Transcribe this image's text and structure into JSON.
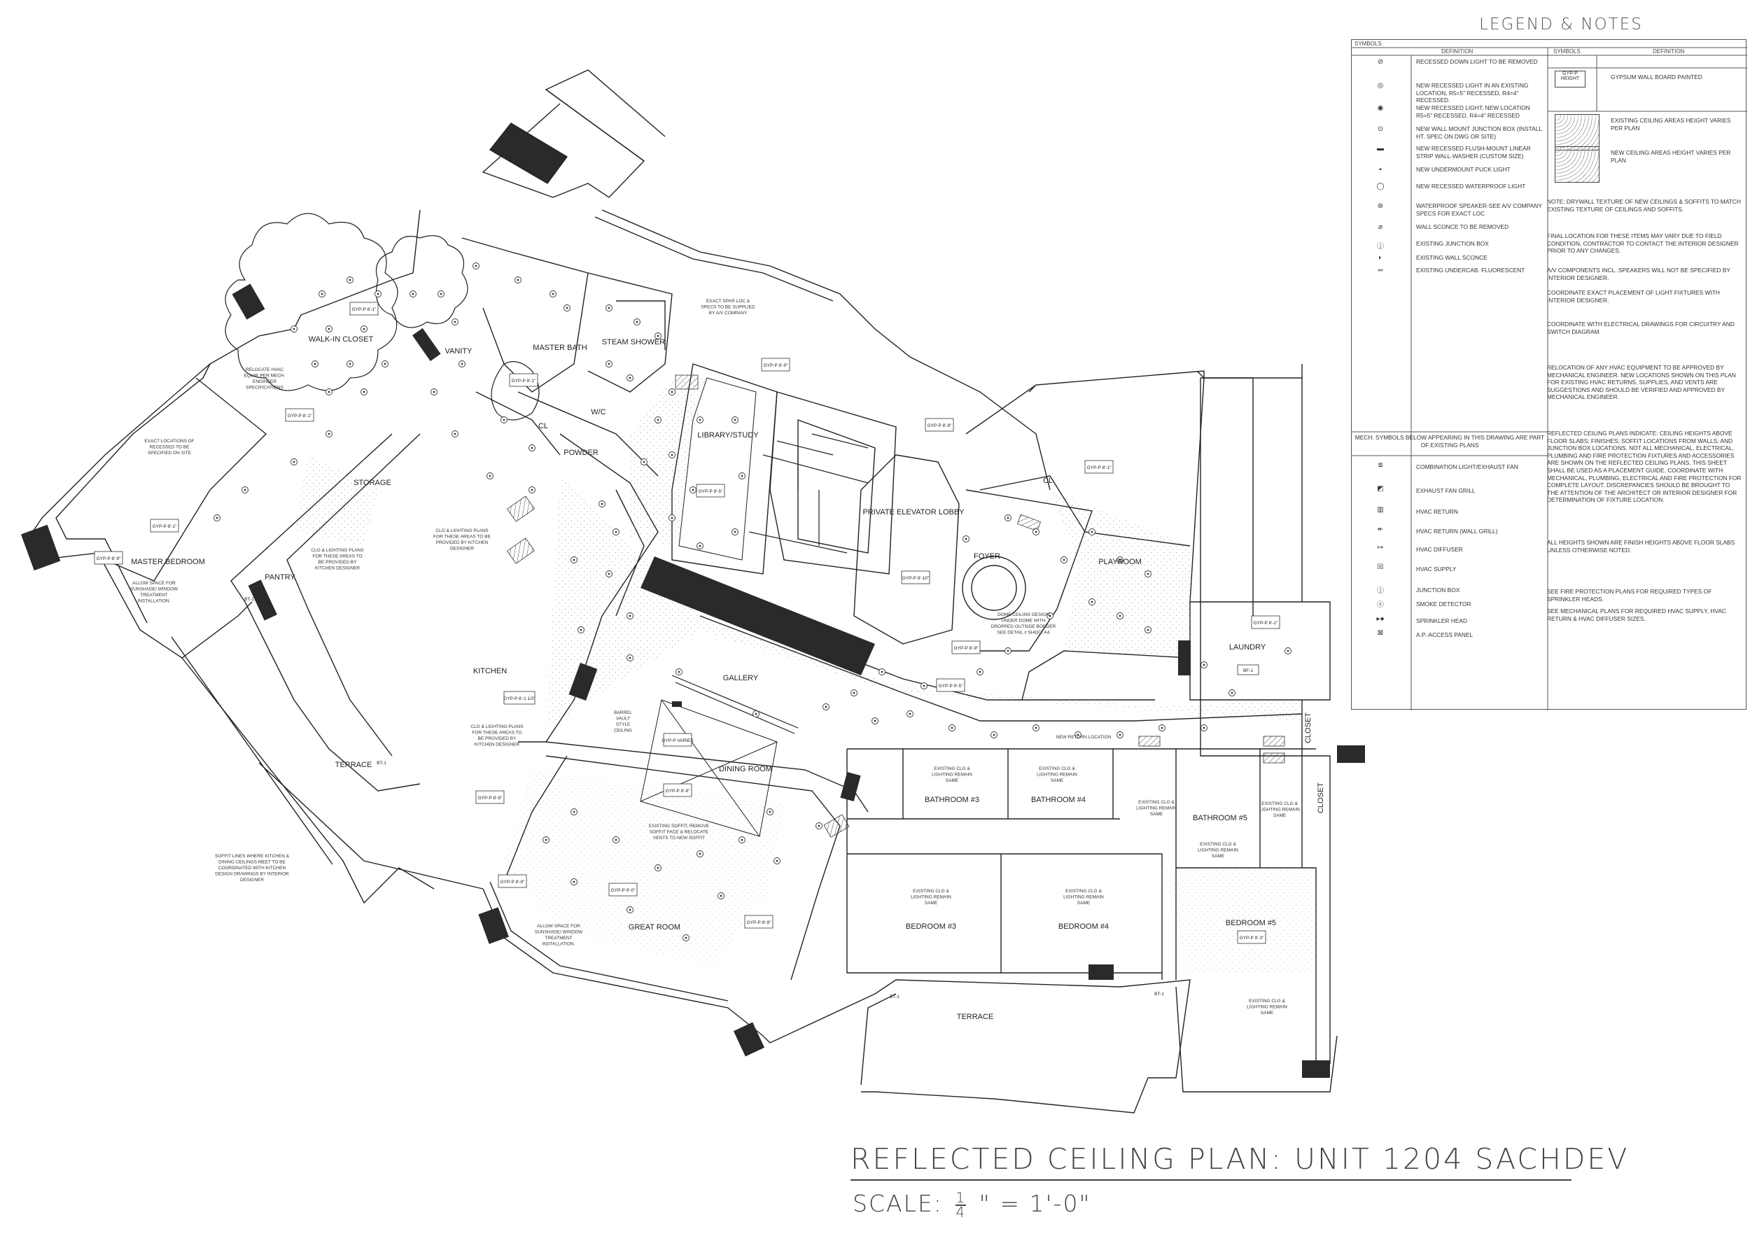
{
  "legend": {
    "title": "LEGEND & NOTES",
    "header_symbols": "SYMBOLS",
    "col_symbols": "SYMBOLS",
    "col_definition": "DEFINITION",
    "left_items": [
      {
        "icon": "recessed-down-light-remove-icon",
        "text": "RECESSED DOWN LIGHT TO BE REMOVED"
      },
      {
        "icon": "existing-recessed-light-icon",
        "text": "NEW RECESSED LIGHT IN AN EXISTING LOCATION, R5=5\" RECESSED, R4=4\" RECESSED."
      },
      {
        "icon": "new-recessed-light-icon",
        "text": "NEW RECESSED LIGHT, NEW LOCATION R5=5\" RECESSED, R4=4\" RECESSED"
      },
      {
        "icon": "wall-junction-box-icon",
        "text": "NEW WALL MOUNT JUNCTION BOX (INSTALL HT. SPEC ON DWG OR SITE)"
      },
      {
        "icon": "linear-strip-icon",
        "text": "NEW RECESSED FLUSH-MOUNT LINEAR STRIP WALL-WASHER (CUSTOM SIZE)"
      },
      {
        "icon": "puck-light-icon",
        "text": "NEW UNDERMOUNT PUCK LIGHT"
      },
      {
        "icon": "waterproof-light-icon",
        "text": "NEW RECESSED WATERPROOF LIGHT"
      },
      {
        "icon": "speaker-icon",
        "text": "WATERPROOF SPEAKER-SEE A/V COMPANY SPECS FOR EXACT LOC"
      },
      {
        "icon": "wall-sconce-remove-icon",
        "text": "WALL SCONCE TO BE REMOVED"
      },
      {
        "icon": "existing-junction-box-icon",
        "text": "EXISTING JUNCTION BOX"
      },
      {
        "icon": "existing-wall-sconce-icon",
        "text": "EXISTING WALL SCONCE"
      },
      {
        "icon": "undercab-fluorescent-icon",
        "text": "EXISTING UNDERCAB. FLUORESCENT"
      }
    ],
    "right_items": [
      {
        "icon": "gypsum-tag-icon",
        "tag": "GYP-P HEIGHT",
        "text": "GYPSUM WALL BOARD PAINTED"
      },
      {
        "icon": "existing-ceiling-hatch-icon",
        "text": "EXISTING CEILING AREAS HEIGHT VARIES PER PLAN"
      },
      {
        "icon": "new-ceiling-hatch-icon",
        "text": "NEW CEILING AREAS HEIGHT VARIES PER PLAN"
      }
    ],
    "mech_header": "MECH. SYMBOLS BELOW APPEARING IN THIS DRAWING ARE PART OF EXISTING PLANS",
    "mech_items": [
      {
        "icon": "combination-light-fan-icon",
        "text": "COMBINATION LIGHT/EXHAUST FAN"
      },
      {
        "icon": "exhaust-fan-grill-icon",
        "text": "EXHAUST FAN GRILL"
      },
      {
        "icon": "hvac-return-icon",
        "text": "HVAC RETURN"
      },
      {
        "icon": "hvac-return-wall-icon",
        "text": "HVAC RETURN (WALL GRILL)"
      },
      {
        "icon": "hvac-diffuser-icon",
        "text": "HVAC DIFFUSER"
      },
      {
        "icon": "hvac-supply-icon",
        "text": "HVAC SUPPLY"
      },
      {
        "icon": "junction-box-icon",
        "text": "JUNCTION BOX"
      },
      {
        "icon": "smoke-detector-icon",
        "text": "SMOKE DETECTOR"
      },
      {
        "icon": "sprinkler-head-icon",
        "text": "SPRINKLER HEAD"
      },
      {
        "icon": "access-panel-icon",
        "text": "A.P.-ACCESS PANEL"
      }
    ],
    "notes": [
      "NOTE: DRYWALL TEXTURE OF NEW CEILINGS & SOFFITS TO MATCH EXISTING TEXTURE OF CEILINGS AND SOFFITS.",
      "FINAL LOCATION FOR THESE ITEMS MAY VARY DUE TO FIELD CONDITION, CONTRACTOR TO CONTACT THE INTERIOR DESIGNER PRIOR TO ANY CHANGES.",
      "A/V COMPONENTS INCL. SPEAKERS WILL NOT BE SPECIFIED BY INTERIOR DESIGNER.",
      "COORDINATE EXACT PLACEMENT OF LIGHT FIXTURES WITH INTERIOR DESIGNER.",
      "COORDINATE WITH ELECTRICAL DRAWINGS FOR CIRCUITRY AND SWITCH DIAGRAM.",
      "RELOCATION OF ANY HVAC EQUIPMENT TO BE APPROVED BY MECHANICAL ENGINEER. NEW LOCATIONS SHOWN ON THIS PLAN FOR EXISTING HVAC RETURNS, SUPPLIES, AND VENTS ARE SUGGESTIONS AND SHOULD BE VERIFIED AND APPROVED BY MECHANICAL ENGINEER.",
      "REFLECTED CEILING PLANS INDICATE: CEILING HEIGHTS ABOVE FLOOR SLABS; FINISHES; SOFFIT LOCATIONS FROM WALLS; AND JUNCTION BOX LOCATIONS. NOT ALL MECHANICAL, ELECTRICAL, PLUMBING AND FIRE PROTECTION FIXTURES AND ACCESSORIES ARE SHOWN ON THE REFLECTED CEILING PLANS. THIS SHEET SHALL BE USED AS A PLACEMENT GUIDE. COORDINATE WITH MECHANICAL, PLUMBING, ELECTRICAL AND FIRE PROTECTION FOR COMPLETE LAYOUT. DISCREPANCIES SHOULD BE BROUGHT TO THE ATTENTION OF THE ARCHITECT OR INTERIOR DESIGNER FOR DETERMINATION OF FIXTURE LOCATION.",
      "ALL HEIGHTS SHOWN ARE FINISH HEIGHTS ABOVE FLOOR SLABS UNLESS OTHERWISE NOTED.",
      "SEE FIRE PROTECTION PLANS FOR REQUIRED TYPES OF SPRINKLER HEADS.",
      "SEE MECHANICAL PLANS FOR REQUIRED HVAC SUPPLY, HVAC RETURN & HVAC DIFFUSER SIZES."
    ]
  },
  "rooms": {
    "walk_in_closet": "WALK-IN CLOSET",
    "master_bath": "MASTER BATH",
    "steam_shower": "STEAM SHOWER",
    "wc": "W/C",
    "powder": "POWDER",
    "cl": "CL",
    "vanity": "VANITY",
    "storage": "STORAGE",
    "library_study": "LIBRARY/STUDY",
    "private_elevator_lobby": "PRIVATE ELEVATOR LOBBY",
    "foyer": "FOYER",
    "playroom": "PLAYROOM",
    "cl2": "CL",
    "laundry": "LAUNDRY",
    "master_bedroom": "MASTER BEDROOM",
    "pantry": "PANTRY",
    "kitchen": "KITCHEN",
    "gallery": "GALLERY",
    "dining_room": "DINING ROOM",
    "terrace_west": "TERRACE",
    "great_room": "GREAT ROOM",
    "bathroom_3": "BATHROOM #3",
    "bathroom_4": "BATHROOM #4",
    "bathroom_5": "BATHROOM #5",
    "closet_1": "CLOSET",
    "closet_2": "CLOSET",
    "bedroom_3": "BEDROOM #3",
    "bedroom_4": "BEDROOM #4",
    "bedroom_5": "BEDROOM #5",
    "terrace_south": "TERRACE"
  },
  "tags": {
    "gyp_8_1": "GYP-P 8'-1\"",
    "gyp_8_9": "GYP-P 8'-9\"",
    "gyp_9_5": "GYP-P 9'-5\"",
    "gyp_9_0": "GYP-P 9'-0\"",
    "gyp_8_10": "GYP-P 8'-10\"",
    "gyp_9_3": "GYP-P 9'-3\"",
    "gyp_8_1_half": "GYP-P 8'-1 1/2\"",
    "gyp_varies": "GYP-P VARIES",
    "bf_1": "BF-1",
    "bt_1": "BT-1"
  },
  "notes_plan": {
    "kitchen_designer": "CLG & LIGHTING PLANS FOR THESE AREAS TO BE PROVIDED BY KITCHEN DESIGNER",
    "sunshade": "ALLOW SPACE FOR SUNSHADE/ WINDOW TREATMENT INSTALLATION.",
    "soffit_lines": "SOFFIT LINES WHERE KITCHEN & DINING CEILINGS MEET TO BE COORDINATED WITH KITCHEN DESIGN DRAWINGS BY INTERIOR DESIGNER",
    "existing_clg": "EXISTING CLG & LIGHTING REMAIN SAME",
    "existing_soffit": "EXISTING SOFFIT, REMOVE SOFFIT FACE & RELOCATE VENTS TO NEW SOFFIT",
    "exact_locations": "EXACT LOCATIONS OF RECESSED TO BE SPECIFIED ON SITE",
    "new_return": "NEW RETURN LOCATION",
    "relocate_hvac": "RELOCATE HVAC EQUIP. PER MECH. ENGINEER SPECIFICATIONS",
    "speaker_note": "EXACT SPKR LOC & SPECS TO BE SUPPLIED BY A/V COMPANY",
    "dome_ceiling": "DOME CEILING DESIGN UNDER DOME WITH DROPPED OUTSIDE BORDER SEE DETAIL # SHEET A4",
    "barrel_vault": "BARREL VAULT STYLE CEILING"
  },
  "title": "REFLECTED CEILING PLAN: UNIT 1204 SACHDEV",
  "scale": {
    "prefix": "SCALE:",
    "numerator": "1",
    "denominator": "4",
    "suffix": "\" = 1'-0\""
  }
}
